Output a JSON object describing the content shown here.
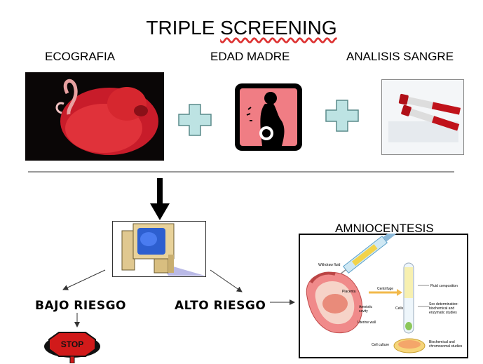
{
  "title_part1": "TRIPLE ",
  "title_part2": "SCREENING",
  "labels": {
    "ecografia": "ECOGRAFIA",
    "edad_madre": "EDAD MADRE",
    "analisis_sangre": "ANALISIS SANGRE"
  },
  "outcomes": {
    "bajo": "BAJO RIESGO",
    "alto": "ALTO RIESGO"
  },
  "amnio": {
    "title": "AMNIOCENTESIS",
    "withdraw": "Withdraw fluid",
    "placenta": "Placenta",
    "amniotic1": "Amniotic",
    "amniotic2": "cavity",
    "uterine": "Uterine wall",
    "centrifuge": "Centrifuge",
    "cells": "Cells",
    "fluid_comp": "Fluid composition",
    "sex1": "Sex determination:",
    "sex2": "biochemical and",
    "sex3": "enzymatic studies",
    "culture": "Cell culture",
    "bio1": "Biochemical and",
    "bio2": "chromosomal studies"
  },
  "stop_text": "STOP",
  "colors": {
    "plus_fill": "#bde3e3",
    "plus_stroke": "#5a8a8a",
    "pregnant_bg": "#f07d84",
    "stop_red": "#d11a1a"
  }
}
